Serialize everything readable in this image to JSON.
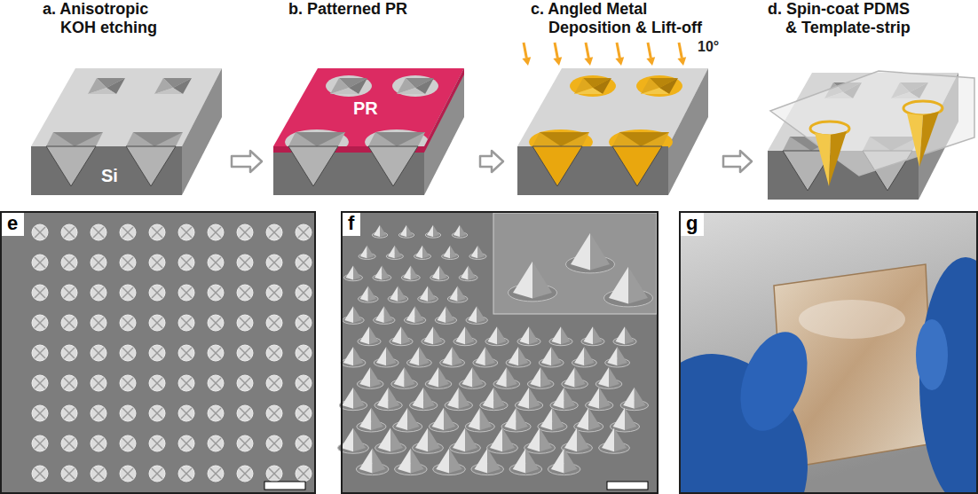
{
  "diagram": {
    "nodes": [
      {
        "text": [
          "a. Anisotropic KOH etching"
        ]
      },
      {
        "text": [
          "b. Patterned PR"
        ]
      },
      {
        "text": [
          "c. Angled Metal Deposition & Lift-off"
        ]
      },
      {
        "text": [
          "d. Spin-coat PDMS & Template-strip"
        ]
      },
      {
        "text": [
          "e"
        ]
      },
      {
        "text": [
          "f"
        ]
      },
      {
        "text": [
          "g"
        ]
      }
    ],
    "edges": [
      {
        "from": 0,
        "to": 1,
        "arrow": "to"
      },
      {
        "from": 1,
        "to": 2,
        "arrow": "to"
      },
      {
        "from": 2,
        "to": 3,
        "arrow": "to"
      }
    ],
    "labels": [
      "Si",
      "PR",
      "10°"
    ]
  }
}
